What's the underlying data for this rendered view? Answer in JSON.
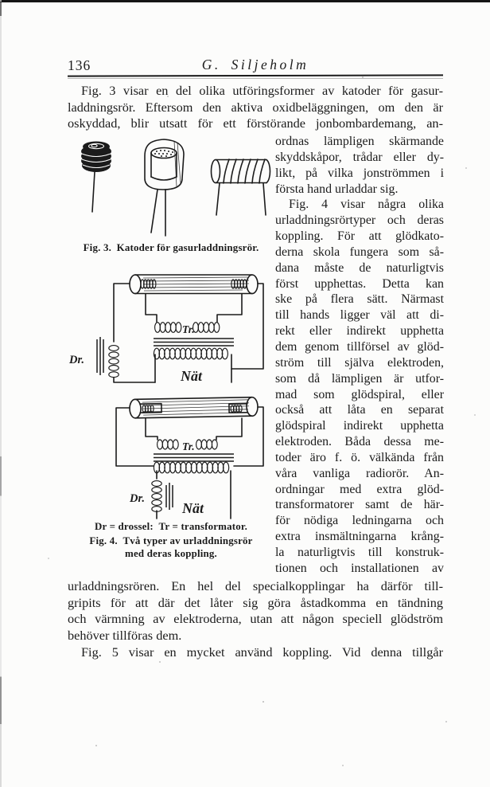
{
  "page": {
    "number": "136",
    "running_title": "G. Siljeholm"
  },
  "para1": {
    "lines": [
      {
        "t": "Fig. 3 visar en del olika utföringsformer av katoder för gasur-",
        "indent": true
      },
      {
        "t": "laddningsrör. Eftersom den aktiva oxidbeläggningen, om den är"
      },
      {
        "t": "oskyddad, blir utsatt för ett förstörande jonbombardemang, an-"
      }
    ]
  },
  "column": {
    "lines": [
      {
        "t": "ordnas lämpligen skärmande"
      },
      {
        "t": "skyddskåpor, trådar eller dy-"
      },
      {
        "t": "likt, på vilka jonströmmen i"
      },
      {
        "t": "första hand urladdar sig.",
        "end": true
      },
      {
        "t": "Fig. 4 visar några olika",
        "indent": true
      },
      {
        "t": "urladdningsrörtyper och deras"
      },
      {
        "t": "koppling. För att glödkato-"
      },
      {
        "t": "derna skola fungera som så-"
      },
      {
        "t": "dana måste de naturligtvis"
      },
      {
        "t": "först upphettas. Detta kan"
      },
      {
        "t": "ske på flera sätt. Närmast"
      },
      {
        "t": "till hands ligger väl att di-"
      },
      {
        "t": "rekt eller indirekt upphetta"
      },
      {
        "t": "dem genom tillförsel av glöd-"
      },
      {
        "t": "ström till själva elektroden,"
      },
      {
        "t": "som då lämpligen är utfor-"
      },
      {
        "t": "mad som glödspiral, eller"
      },
      {
        "t": "också att låta en separat"
      },
      {
        "t": "glödspiral indirekt upphetta"
      },
      {
        "t": "elektroden. Båda dessa me-"
      },
      {
        "t": "toder äro f. ö. välkända från"
      },
      {
        "t": "våra vanliga radiorör. An-"
      },
      {
        "t": "ordningar med extra glöd-"
      },
      {
        "t": "transformatorer samt de här-"
      },
      {
        "t": "för nödiga ledningarna och"
      },
      {
        "t": "extra insmältningarna krång-"
      },
      {
        "t": "la naturligtvis till konstruk-"
      },
      {
        "t": "tionen och installationen av"
      }
    ]
  },
  "bottom": {
    "lines": [
      {
        "t": "urladdningsrören. En hel del specialkopplingar ha därför till-"
      },
      {
        "t": "gripits för att där det låter sig göra åstadkomma en tändning"
      },
      {
        "t": "och värmning av elektroderna, utan att någon speciell glödström"
      },
      {
        "t": "behöver tillföras dem.",
        "end": true
      },
      {
        "t": "Fig. 5 visar en mycket använd koppling. Vid denna tillgår",
        "indent": true
      }
    ]
  },
  "fig3": {
    "caption": "Fig. 3. Katoder för gasurladdningsrör."
  },
  "fig4": {
    "legend": "Dr = drossel: Tr = transformator.",
    "caption_line1": "Fig. 4. Två typer av urladdningsrör",
    "caption_line2": "med deras koppling.",
    "labels": {
      "tr_upper": "Tr.",
      "dr_upper": "Dr.",
      "nat_upper": "Nät",
      "tr_lower": "Tr.",
      "dr_lower": "Dr.",
      "nat_lower": "Nät"
    }
  },
  "colors": {
    "ink": "#1b1b1b",
    "paper": "#fcfcfb"
  }
}
